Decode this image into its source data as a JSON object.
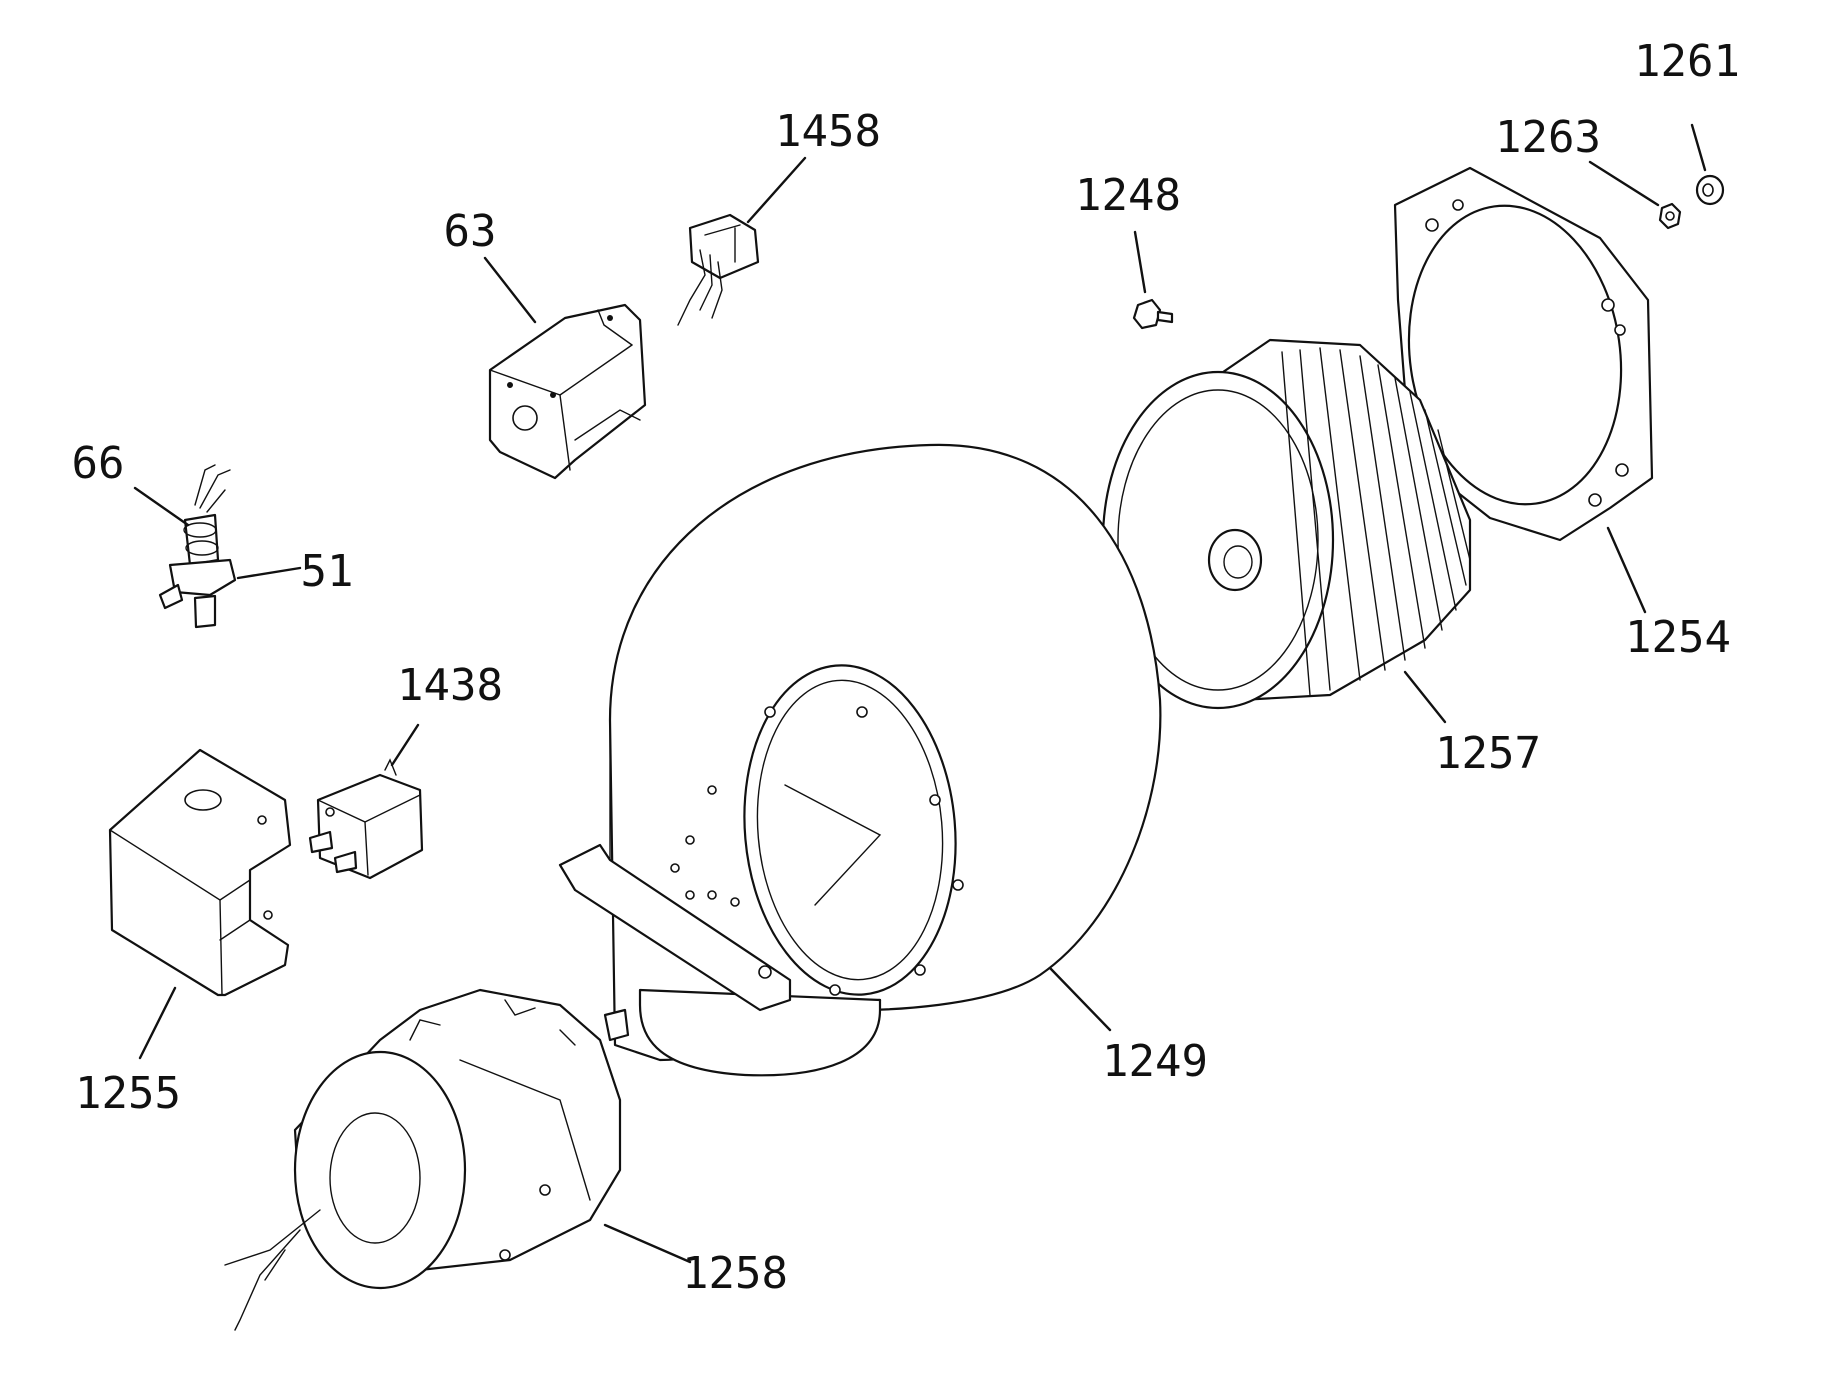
{
  "callouts": {
    "c1261": "1261",
    "c1263": "1263",
    "c1458": "1458",
    "c1248": "1248",
    "c63": "63",
    "c66": "66",
    "c51": "51",
    "c1438": "1438",
    "c1254": "1254",
    "c1257": "1257",
    "c1255": "1255",
    "c1249": "1249",
    "c1258": "1258"
  },
  "icons": [
    "solenoid-coil-icon",
    "wire-connector-icon",
    "nut-icon",
    "washer-icon",
    "screw-icon",
    "mounting-plate-icon",
    "blower-wheel-icon",
    "blower-housing-icon",
    "motor-icon",
    "bracket-cover-icon",
    "switch-icon",
    "valve-fitting-icon"
  ]
}
